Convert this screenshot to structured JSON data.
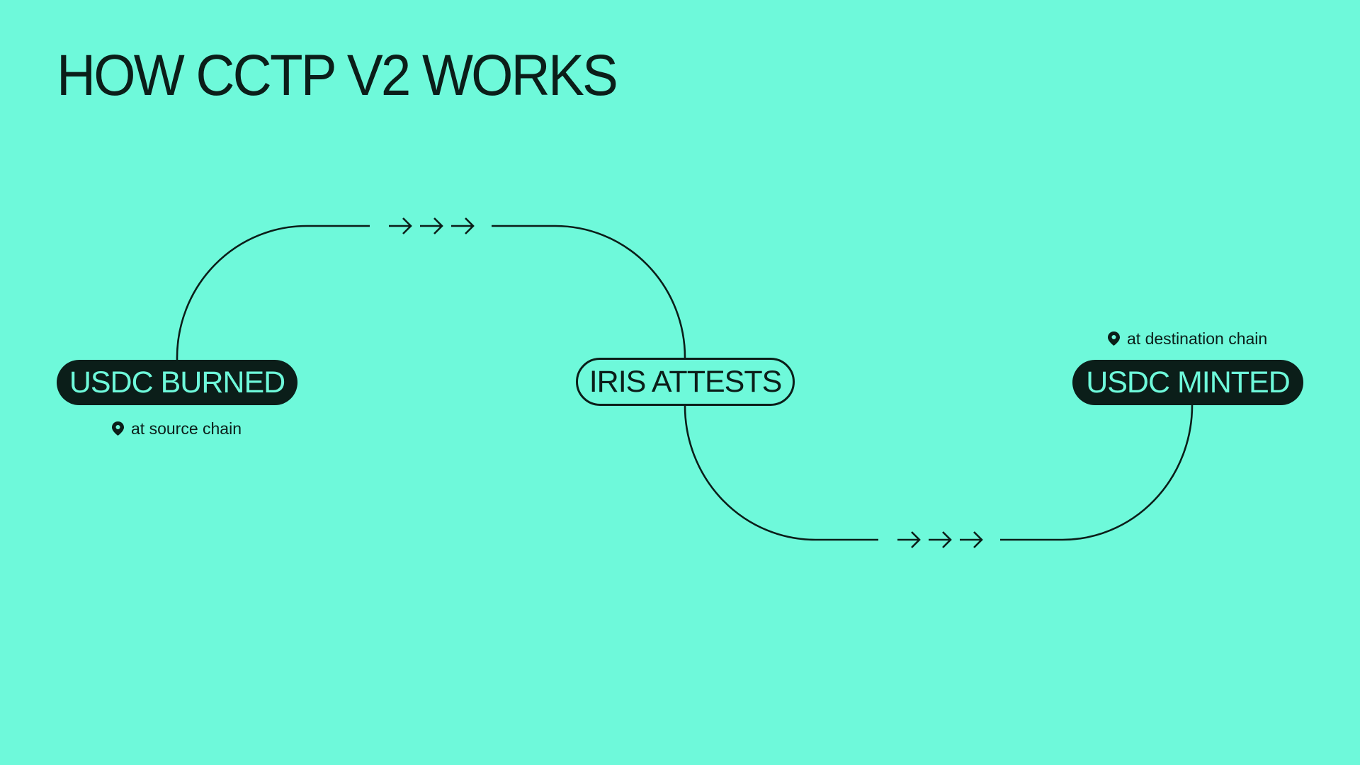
{
  "title": "HOW CCTP V2 WORKS",
  "colors": {
    "background": "#6EF9DA",
    "ink": "#0B1E19"
  },
  "steps": [
    {
      "label": "USDC BURNED",
      "style": "filled",
      "location": "at source chain",
      "location_icon": "map-pin-icon"
    },
    {
      "label": "IRIS ATTESTS",
      "style": "outline"
    },
    {
      "label": "USDC MINTED",
      "style": "filled",
      "location": "at destination chain",
      "location_icon": "map-pin-icon"
    }
  ],
  "connectors": [
    {
      "from": "USDC BURNED",
      "to": "IRIS ATTESTS",
      "arrows": 3,
      "direction": "right"
    },
    {
      "from": "IRIS ATTESTS",
      "to": "USDC MINTED",
      "arrows": 3,
      "direction": "right"
    }
  ]
}
